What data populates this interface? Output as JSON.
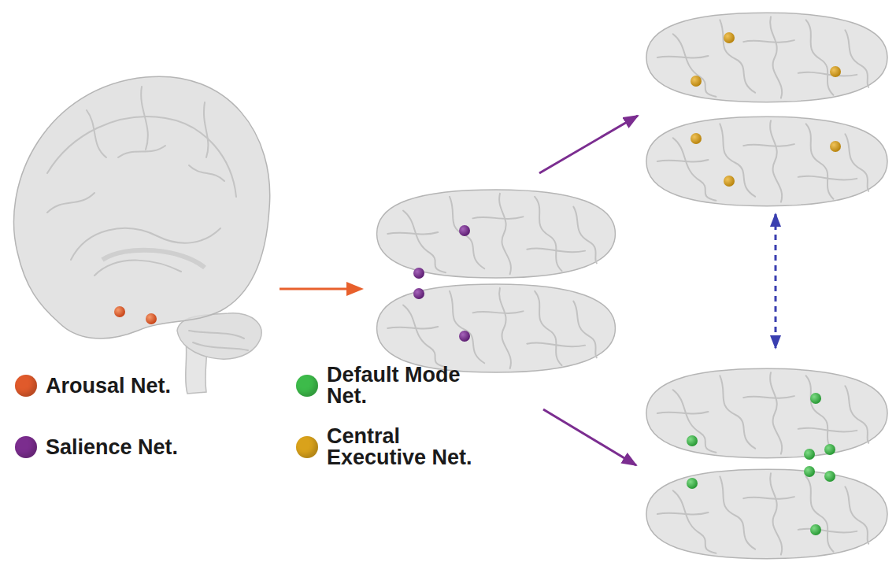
{
  "diagram": {
    "legend": [
      {
        "text": "Arousal Net.",
        "color": "#e05a2b"
      },
      {
        "text": "Salience Net.",
        "color": "#7b2d8e"
      },
      {
        "text": "Default Mode Net.",
        "color": "#3dbb4a"
      },
      {
        "text": "Central Executive Net.",
        "color": "#d9a21b"
      }
    ]
  }
}
